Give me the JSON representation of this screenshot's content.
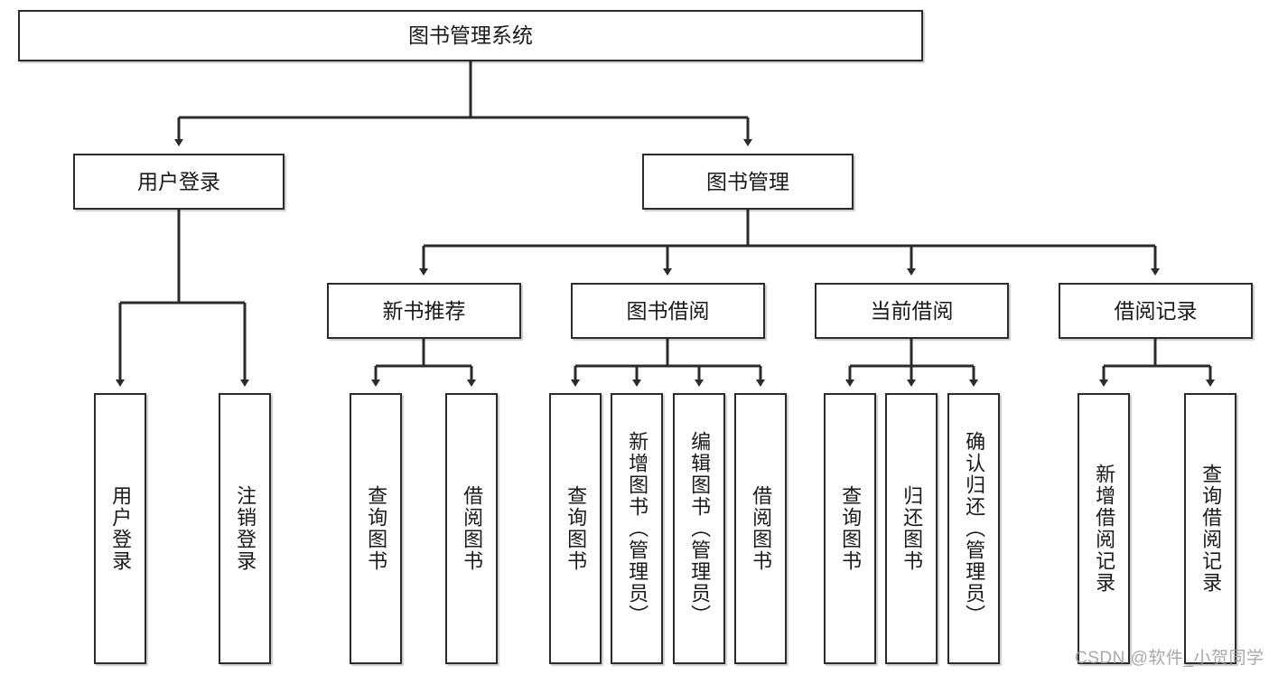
{
  "diagram": {
    "type": "tree",
    "title": "图书管理系统",
    "orientation": "top-down",
    "colors": {
      "box_border": "#2b2b2b",
      "box_fill": "#ffffff",
      "edge": "#2b2b2b",
      "text": "#1a1a1a",
      "watermark": "#9a9a9a"
    },
    "root": {
      "label": "图书管理系统"
    },
    "level2": [
      {
        "label": "用户登录"
      },
      {
        "label": "图书管理"
      }
    ],
    "level3": [
      {
        "label": "新书推荐"
      },
      {
        "label": "图书借阅"
      },
      {
        "label": "当前借阅"
      },
      {
        "label": "借阅记录"
      }
    ],
    "leaves": {
      "user_login": [
        {
          "label": "用户登录"
        },
        {
          "label": "注销登录"
        }
      ],
      "new_book_recommend": [
        {
          "label": "查询图书"
        },
        {
          "label": "借阅图书"
        }
      ],
      "book_borrow": [
        {
          "label": "查询图书"
        },
        {
          "label": "新增图书（管理员）"
        },
        {
          "label": "编辑图书（管理员）"
        },
        {
          "label": "借阅图书"
        }
      ],
      "current_borrow": [
        {
          "label": "查询图书"
        },
        {
          "label": "归还图书"
        },
        {
          "label": "确认归还（管理员）"
        }
      ],
      "borrow_record": [
        {
          "label": "新增借阅记录"
        },
        {
          "label": "查询借阅记录"
        }
      ]
    }
  },
  "watermark": {
    "text": "CSDN @软件_小贺同学"
  }
}
